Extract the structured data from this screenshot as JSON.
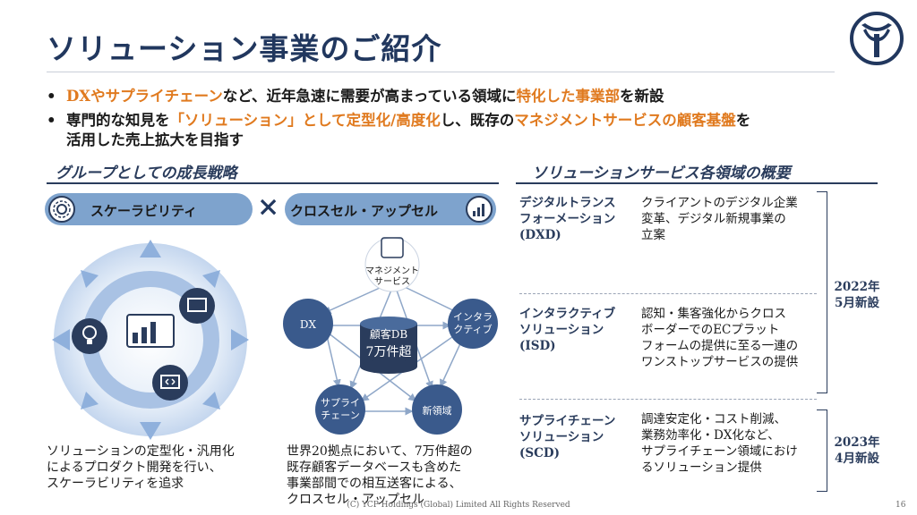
{
  "title": "ソリューション事業のご紹介",
  "bullets": [
    {
      "parts": [
        {
          "t": "DXやサプライチェーン",
          "h": true
        },
        {
          "t": "など、近年急速に需要が高まっている領域に",
          "h": false
        },
        {
          "t": "特化した事業部",
          "h": true
        },
        {
          "t": "を新設",
          "h": false
        }
      ]
    },
    {
      "parts": [
        {
          "t": "専門的な知見を",
          "h": false
        },
        {
          "t": "「ソリューション」として定型化/高度化",
          "h": true
        },
        {
          "t": "し、既存の",
          "h": false
        },
        {
          "t": "マネジメントサービスの顧客基盤",
          "h": true
        },
        {
          "t": "を",
          "h": false
        }
      ]
    },
    {
      "parts": [
        {
          "t": "活用した売上拡大を目指す",
          "h": false
        }
      ]
    }
  ],
  "growth": {
    "heading": "グループとしての成長戦略",
    "pill_left": "スケーラビリティ",
    "cross": "×",
    "pill_right": "クロスセル・アップセル",
    "left_desc": [
      "ソリューションの定型化・汎用化",
      "によるプロダクト開発を行い、",
      "スケーラビリティを追求"
    ],
    "right_desc": [
      "世界20拠点において、7万件超の",
      "既存顧客データベースも含めた",
      "事業部間での相互送客による、",
      "クロスセル・アップセル"
    ],
    "network": {
      "center_line1": "顧客DB",
      "center_line2": "7万件超",
      "top": [
        "マネジメント",
        "サービス"
      ],
      "left": [
        "DX"
      ],
      "right": [
        "インタラ",
        "クティブ"
      ],
      "bottom_left": [
        "サプライ",
        "チェーン"
      ],
      "bottom_right": [
        "新領域"
      ]
    }
  },
  "services": {
    "heading": "ソリューションサービス各領域の概要",
    "items": [
      {
        "name": [
          "デジタルトランス",
          "フォーメーション",
          "(DXD)"
        ],
        "desc": [
          "クライアントのデジタル企業",
          "変革、デジタル新規事業の",
          "立案"
        ]
      },
      {
        "name": [
          "インタラクティブ",
          "ソリューション",
          "(ISD)"
        ],
        "desc": [
          "認知・集客強化からクロス",
          "ボーダーでのECプラット",
          "フォームの提供に至る一連の",
          "ワンストップサービスの提供"
        ]
      },
      {
        "name": [
          "サプライチェーン",
          "ソリューション",
          "(SCD)"
        ],
        "desc": [
          "調達安定化・コスト削減、",
          "業務効率化・DX化など、",
          "サプライチェーン領域におけ",
          "るソリューション提供"
        ]
      }
    ],
    "launch_2022": [
      "2022年",
      "5月新設"
    ],
    "launch_2023": [
      "2023年",
      "4月新設"
    ]
  },
  "footer": "(C) YCP Holdings (Global) Limited All Rights Reserved",
  "page_number": "16",
  "colors": {
    "navy": "#21375e",
    "accent": "#e07a1f",
    "pill": "#7ea3cd",
    "node": "#3a5a8c"
  }
}
